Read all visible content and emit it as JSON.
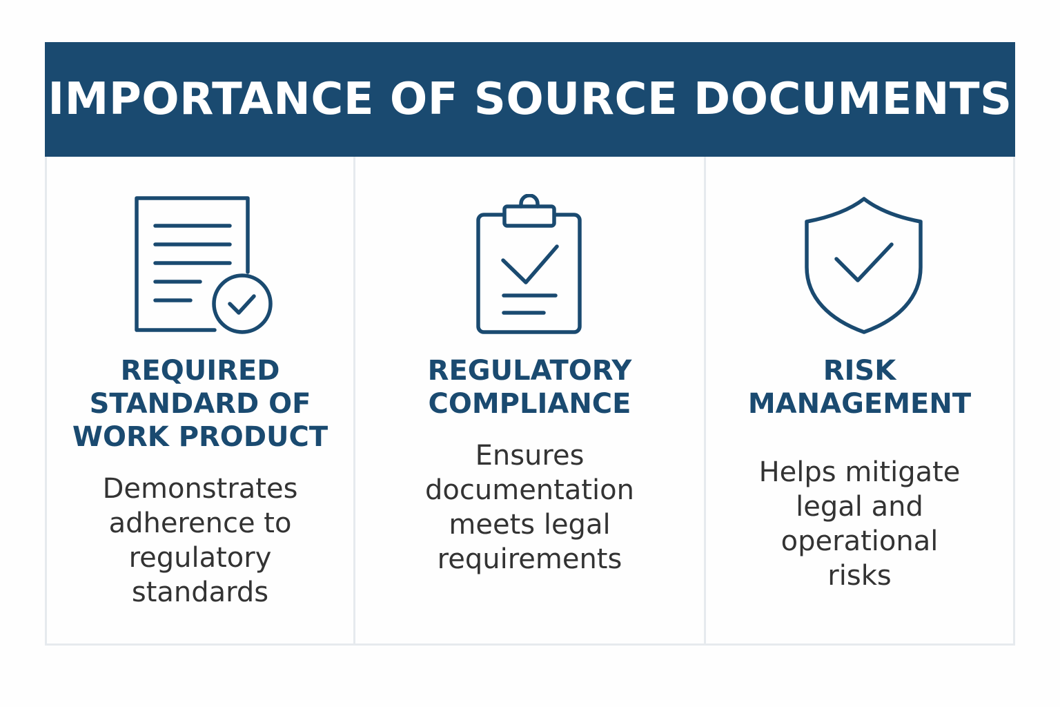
{
  "header": {
    "title": "IMPORTANCE OF SOURCE DOCUMENTS"
  },
  "colors": {
    "primary": "#1a4a70",
    "text": "#333333",
    "divider": "#e6eaee",
    "background": "#fefefe"
  },
  "cards": [
    {
      "icon": "document-check-icon",
      "title": "REQUIRED\nSTANDARD  OF\nWORK PRODUCT",
      "description": "Demonstrates\nadherence to\nregulatory\nstandards"
    },
    {
      "icon": "clipboard-check-icon",
      "title": "REGULATORY\nCOMPLIANCE",
      "description": "Ensures\ndocumentation\nmeets legal\nrequirements"
    },
    {
      "icon": "shield-check-icon",
      "title": "RISK\nMANAGEMENT",
      "description": "Helps mitigate\nlegal and\noperational\nrisks"
    }
  ]
}
